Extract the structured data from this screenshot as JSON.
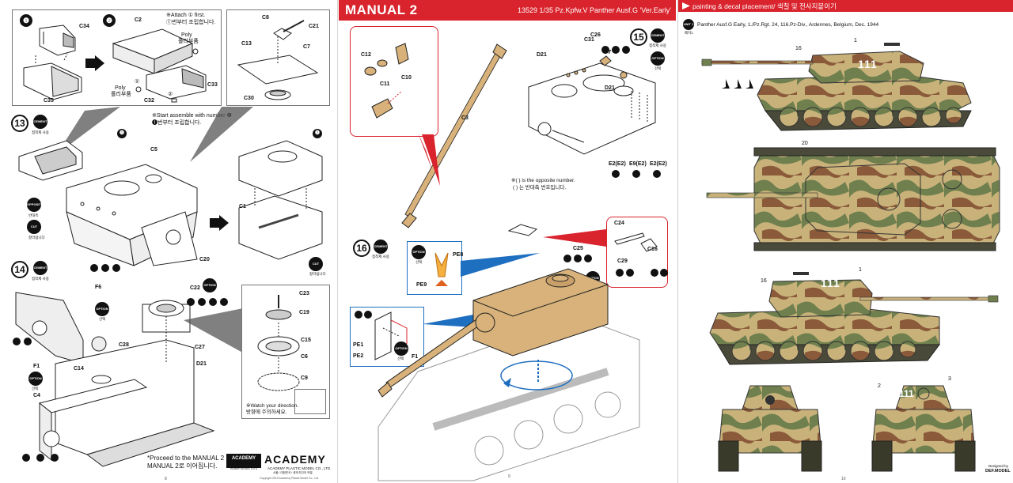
{
  "page1": {
    "step1": "❶",
    "step2": "❷",
    "attach_note_en": "※Attach ① first.",
    "attach_note_ko": "①번부터 조립합니다.",
    "box_circle_1": "①",
    "box_circle_2": "②",
    "poly_en": "Poly",
    "poly_ko": "폴리부품",
    "parts_a": [
      "C34",
      "C35",
      "C2",
      "C33",
      "C32"
    ],
    "parts_b": [
      "C8",
      "C21",
      "C7",
      "C13",
      "C30"
    ],
    "step13": "13",
    "cement_en": "CEMENT",
    "cement_ko": "접착제 사용",
    "start_note_en": "※Start assemble with number ❶",
    "start_note_ko": "❶번부터 조립합니다.",
    "parts_c": [
      "C5",
      "C1",
      "C20"
    ],
    "opposite_en": "OPPOSITE",
    "opposite_ko": "반대측",
    "cut_en": "CUT",
    "cut_ko": "잘라냅니다",
    "step14": "14",
    "parts_d": [
      "F6",
      "C22",
      "C23",
      "C19",
      "C15",
      "C6",
      "C9",
      "C28",
      "C27",
      "D21",
      "F1",
      "C14",
      "C4"
    ],
    "option_en": "OPTION",
    "option_ko": "선택",
    "watch_en": "※Watch your direction.",
    "watch_ko": "방향에 주의하세요.",
    "proceed_en": "*Proceed to the MANUAL 2",
    "proceed_ko": "MANUAL 2로 이어집니다.",
    "brand_box": "ACADEMY",
    "brand_box_sub": "HOBBY MODEL KITS",
    "brand_logo": "ACADEMY",
    "brand_sub": "ACADEMY PLASTIC MODEL CO., LTD.",
    "brand_sub2": "서울 / 대한민국 / 세계 최고의 모델",
    "copyright": "Copyright 2019 Academy Plastic Model Co., Ltd.",
    "page_no": "8"
  },
  "page2": {
    "header_title": "MANUAL 2",
    "header_subtitle": "13529 1/35 Pz.Kpfw.V Panther Ausf.G 'Ver.Early'",
    "step15": "15",
    "step16": "16",
    "parts_gun": [
      "C12",
      "C11",
      "C10",
      "C3"
    ],
    "parts_hull": [
      "C31",
      "C26",
      "D21",
      "F7",
      "D21",
      "E2(E2)",
      "E9(E2)",
      "E2(E2)"
    ],
    "opposite_note_en": "※( ) is the opposite number.",
    "opposite_note_ko": "( ) 는 반대측 번호입니다.",
    "parts_turret": [
      "C25",
      "C24",
      "C16",
      "C29",
      "PE8",
      "PE9",
      "PE1",
      "PE2",
      "F1"
    ],
    "cement_en": "CEMENT",
    "cement_ko": "접착제 사용",
    "option_en": "OPTION",
    "option_ko": "선택",
    "page_no": "9"
  },
  "page3": {
    "header_title": "painting & decal placement/ 색칠 및 전사지붙이기",
    "unit_badge": "UNIT 1",
    "unit_badge_ko": "배치1",
    "unit_description": "Panther Ausf.G Early, 1./Pz.Rgt. 24, 116.Pz-Div., Ardennes, Belgium, Dec. 1944",
    "decal_numbers": [
      "1",
      "16",
      "20",
      "16",
      "1",
      "2",
      "3"
    ],
    "turret_number": "111",
    "designer_1": "Designed by",
    "designer_2": "DEF.MODEL",
    "page_no": "10"
  },
  "colors": {
    "accent_red": "#d9232d",
    "accent_blue": "#1f6fc0",
    "tan_part": "#d8b27a",
    "camo_green": "#6f7f4e",
    "camo_yellow": "#c8b27a",
    "camo_brown": "#8a5a3a"
  }
}
